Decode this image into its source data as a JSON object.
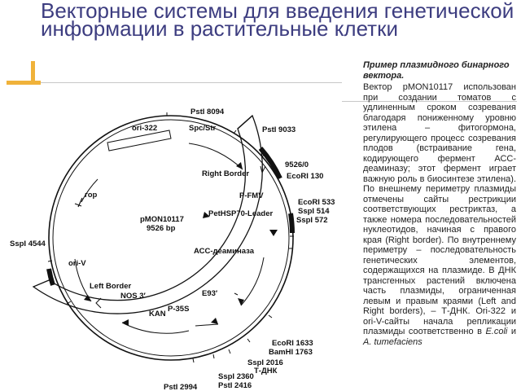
{
  "title": "Векторные системы для введения генетической информации в растительные клетки",
  "diagram": {
    "plasmid_name": "pMON10117",
    "plasmid_size": "9526 bp",
    "zero_label": "9526/0",
    "tdna_label": "Т-ДНК",
    "labels": {
      "pstI_8094": "PstI 8094",
      "pstI_9033": "PstI 9033",
      "ecoRI_130": "EcoRI 130",
      "right_border": "Right Border",
      "p_fmv": "P-FMV",
      "ecoRI_533": "EcoRI 533",
      "sspI_514": "SspI 514",
      "sspI_572": "SspI 572",
      "pethsp": "PetHSP70-Leader",
      "acc": "АСС-деаминаза",
      "ori322": "ori-322",
      "spc_str": "Spc/Str",
      "rop": "rop",
      "oriV": "ori-V",
      "sspI_4544": "SspI 4544",
      "left_border": "Left Border",
      "nos3": "NOS 3′",
      "e93": "E93′",
      "ecoRI_1633": "EcoRI 1633",
      "bamHI_1763": "BamHI 1763",
      "kan": "KAN",
      "p35s": "P-35S",
      "sspI_2016": "SspI 2016",
      "sspI_2360": "SspI 2360",
      "pstI_2416": "PstI 2416",
      "pstI_2994": "PstI 2994"
    }
  },
  "side": {
    "heading": "Пример плазмидного бинарного вектора.",
    "body_pre": "Вектор pMON10117 использован при создании томатов с удлиненным сроком созревания благодаря пониженному уровню этилена – фитогормона, регулирующего процесс созревания плодов (встраивание гена, кодирующего фермент АСС-деаминазу; этот фермент играет важную роль в биосинтезе этилена). По внешнему периметру плазмиды отмечены сайты рестрикции соответствующих рестриктаз, а также номера последовательностей нуклеотидов, начиная с правого края (Right border). По внутреннему периметру – последовательность генетических элементов, содержащихся на плазмиде. В ДНК трансгенных растений включена часть плазмиды, ограниченная левым и правым краями (Left and Right borders), – Т-ДНК. Ori-322 и ori-V-сайты начала репликации плазмиды соответственно в ",
    "ecoli": "E.coli",
    "and": " и ",
    "atum": "A. tumefaciens"
  }
}
